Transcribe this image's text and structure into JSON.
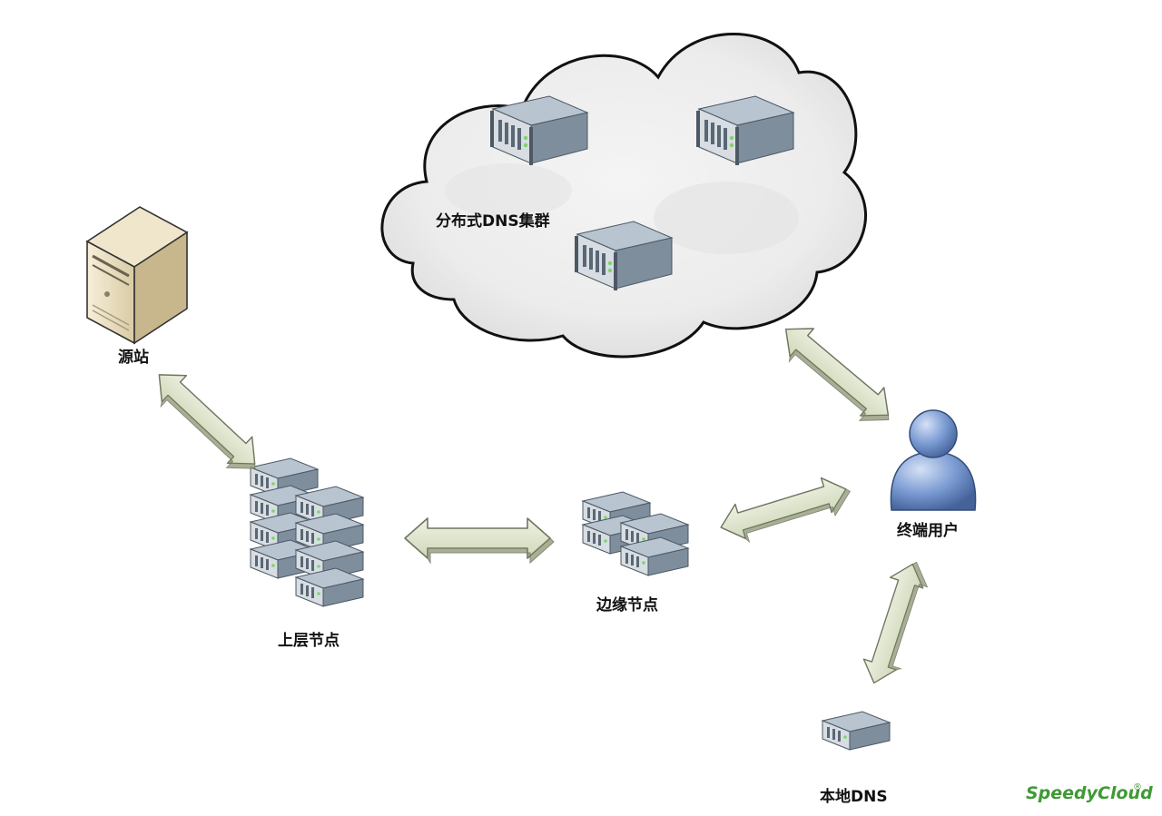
{
  "labels": {
    "dns_cluster": "分布式DNS集群",
    "origin": "源站",
    "upper_node": "上层节点",
    "edge_node": "边缘节点",
    "end_user": "终端用户",
    "local_dns": "本地DNS"
  },
  "logo": {
    "text": "SpeedyCloud",
    "mark": "®"
  },
  "icons": {
    "cloud": "cloud-icon",
    "server": "rack-server-icon",
    "tower": "tower-server-icon",
    "user": "user-icon",
    "arrow": "double-arrow-icon"
  },
  "colors": {
    "arrow_fill": "#dfe6cf",
    "arrow_stroke": "#6f7560",
    "server_body": "#7f8e9c",
    "user": "#7a9ad2",
    "logo_green": "#3f9a35"
  }
}
